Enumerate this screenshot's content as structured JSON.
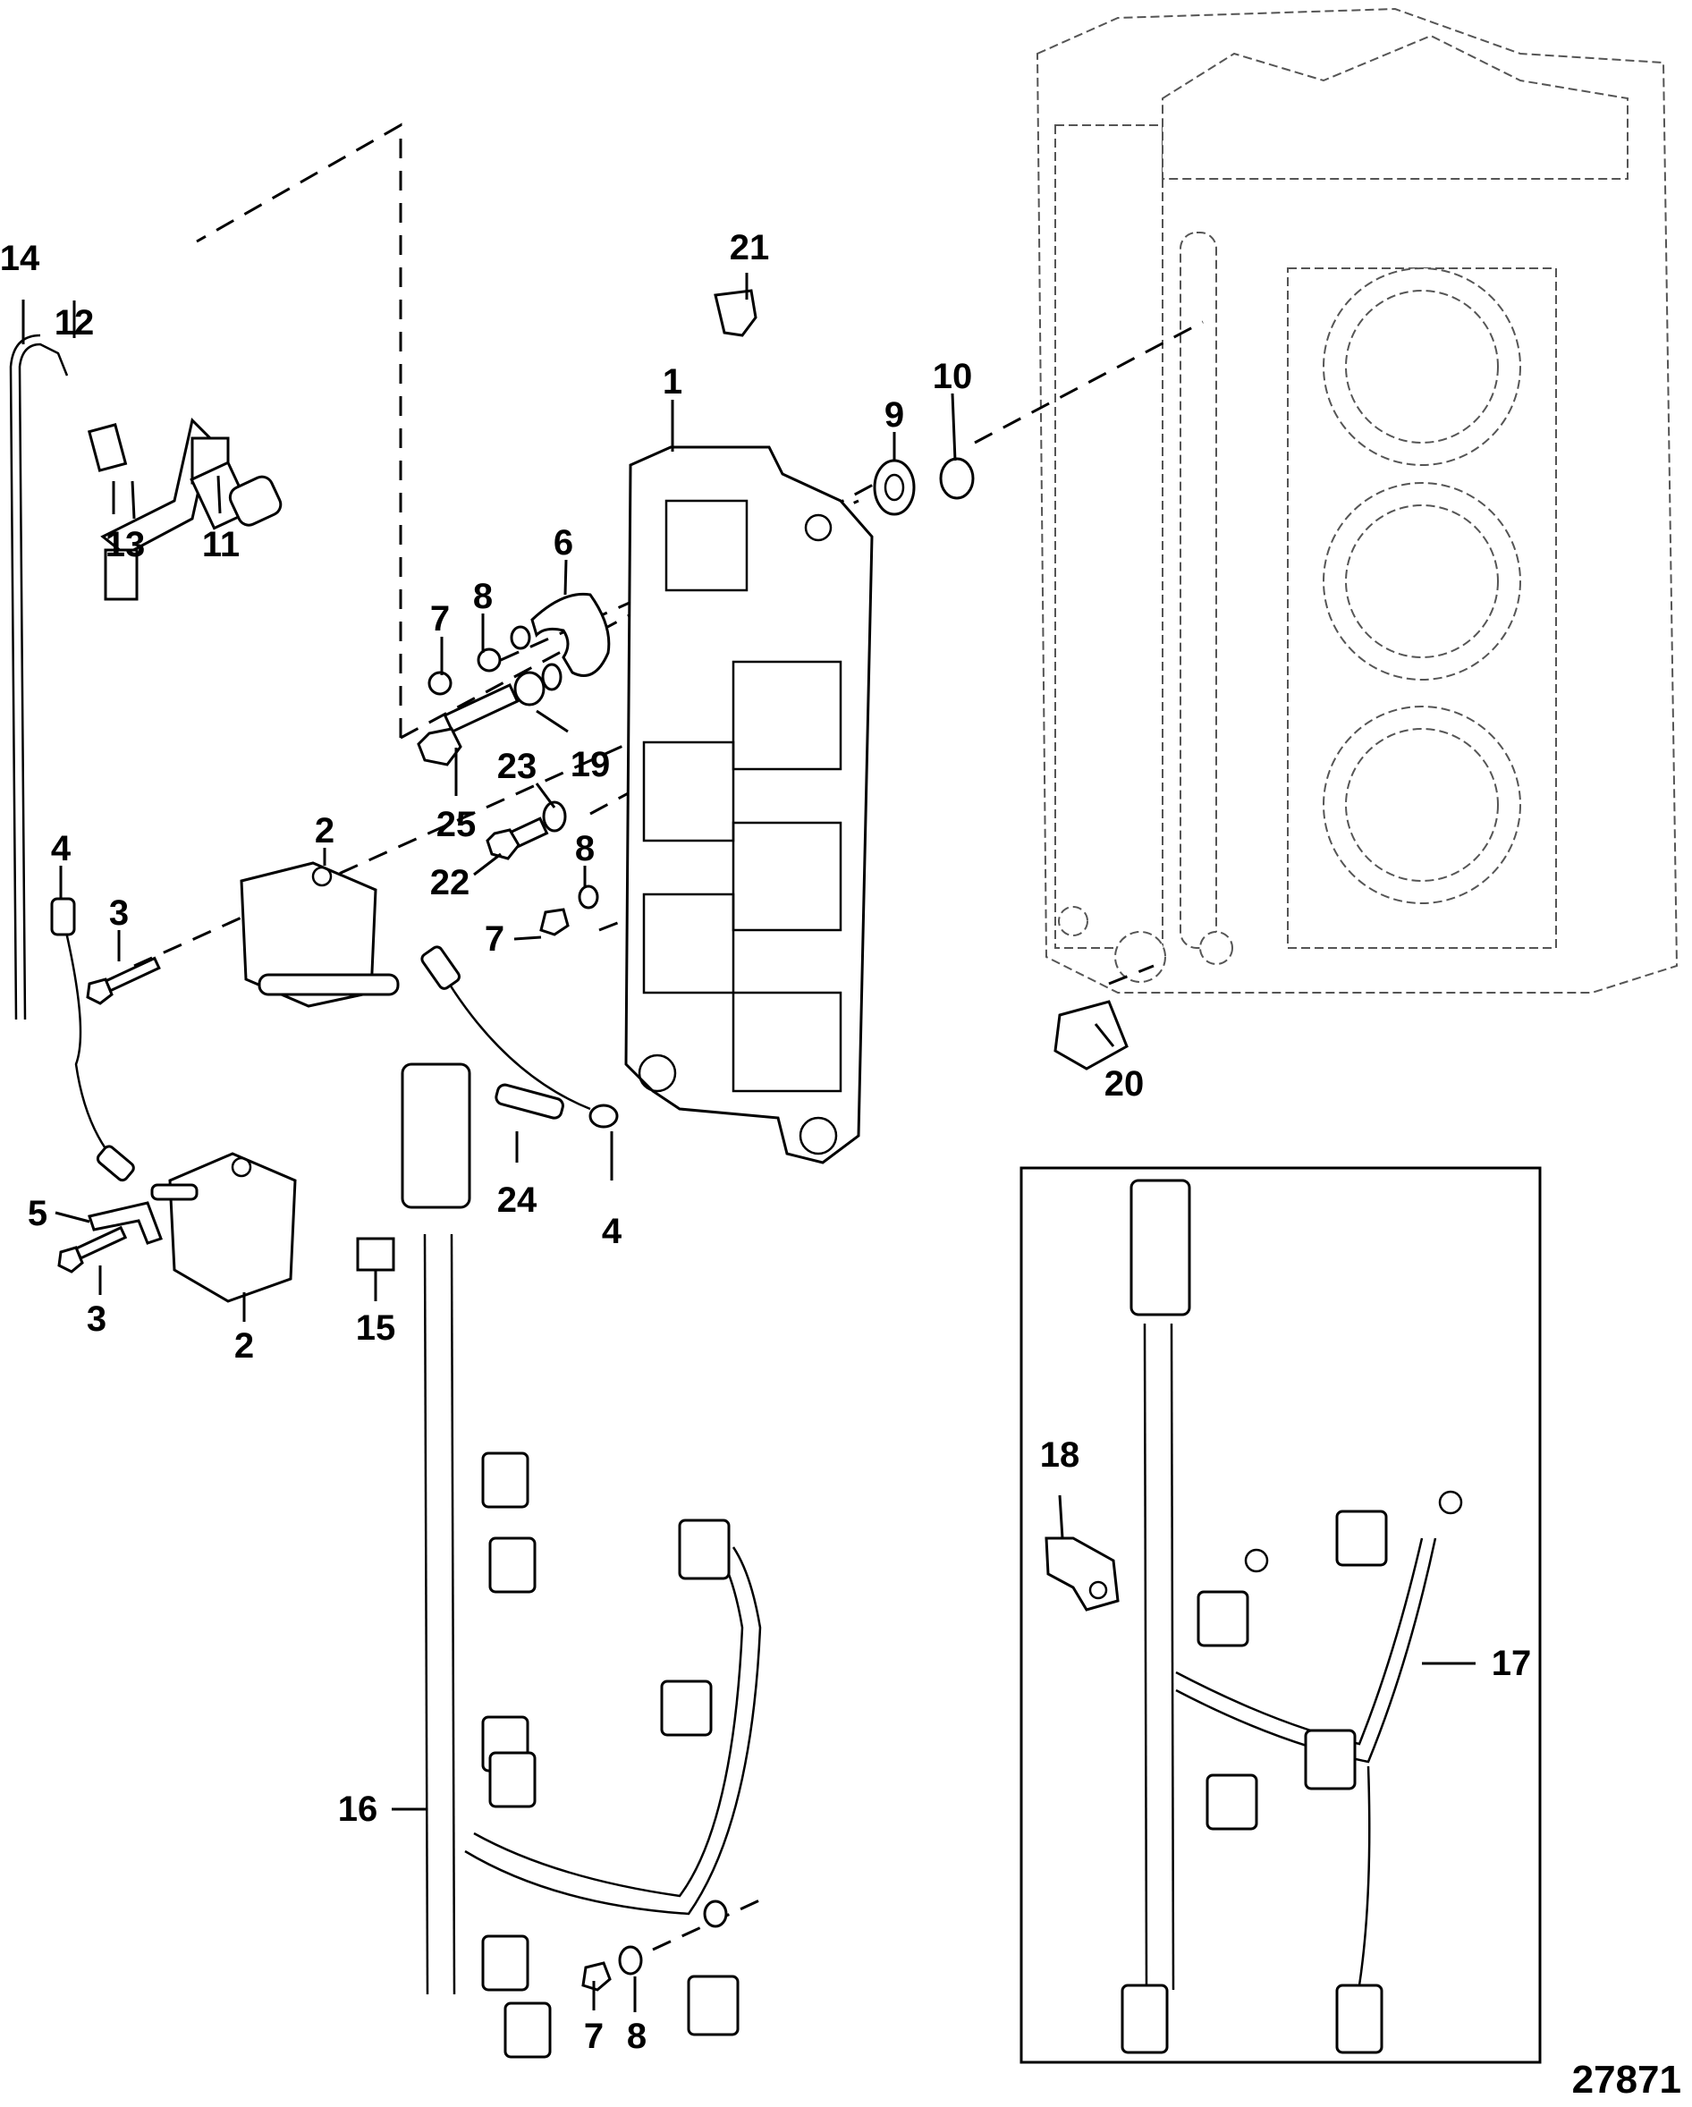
{
  "diagram": {
    "type": "exploded parts diagram",
    "figure_id": "27871",
    "callouts": {
      "c1": "1",
      "c2a": "2",
      "c2b": "2",
      "c3a": "3",
      "c3b": "3",
      "c4a": "4",
      "c4b": "4",
      "c5": "5",
      "c6": "6",
      "c7a": "7",
      "c7b": "7",
      "c7c": "7",
      "c8a": "8",
      "c8b": "8",
      "c8c": "8",
      "c9": "9",
      "c10": "10",
      "c11": "11",
      "c12": "12",
      "c13": "13",
      "c14": "14",
      "c15": "15",
      "c16": "16",
      "c17": "17",
      "c18": "18",
      "c19": "19",
      "c20": "20",
      "c21": "21",
      "c22": "22",
      "c23": "23",
      "c24": "24",
      "c25": "25"
    }
  }
}
